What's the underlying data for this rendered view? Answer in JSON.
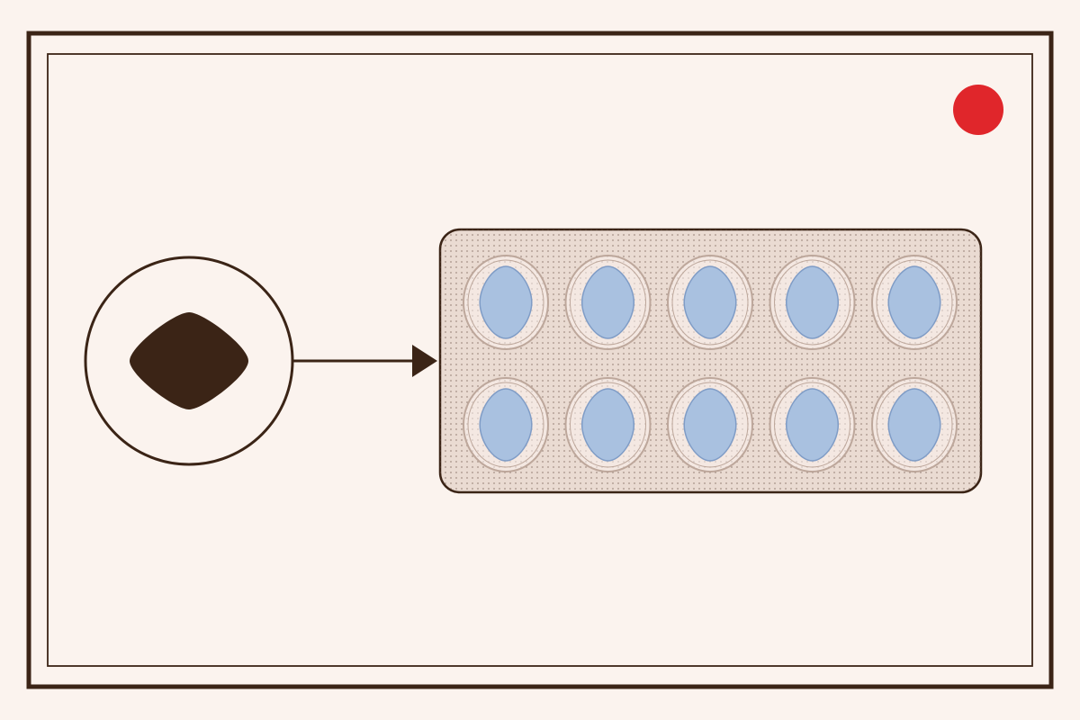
{
  "colors": {
    "background": "#fbf3ee",
    "ink": "#3b2416",
    "pill_fill": "#a9c1e0",
    "pill_stroke": "#7f9cc6",
    "pack_fill": "#eadbd2",
    "pack_dots": "#6b5246",
    "blister_ring": "#bda79b",
    "indicator_dot": "#e0262b"
  },
  "icons": {
    "single_pill": "diamond-pill-icon",
    "pointer": "arrow-right-icon",
    "status": "red-dot-icon"
  },
  "blister_pack": {
    "rows": 2,
    "columns": 5,
    "pill_count": 10
  }
}
